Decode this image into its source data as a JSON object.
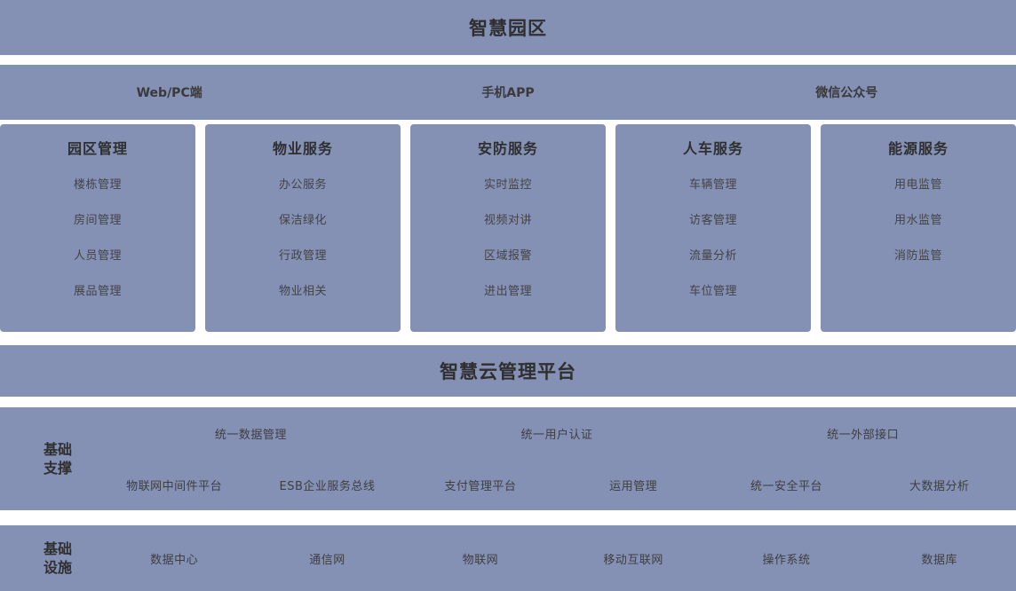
{
  "colors": {
    "band": "#8490b4",
    "page_background": "#ffffff",
    "title_text": "#2f2f2f",
    "item_text": "#3f3f3f"
  },
  "header": {
    "title": "智慧园区"
  },
  "channels": {
    "items": [
      {
        "label": "Web/PC端"
      },
      {
        "label": "手机APP"
      },
      {
        "label": "微信公众号"
      }
    ]
  },
  "services": {
    "cards": [
      {
        "title": "园区管理",
        "items": [
          "楼栋管理",
          "房间管理",
          "人员管理",
          "展品管理"
        ]
      },
      {
        "title": "物业服务",
        "items": [
          "办公服务",
          "保洁绿化",
          "行政管理",
          "物业相关"
        ]
      },
      {
        "title": "安防服务",
        "items": [
          "实时监控",
          "视频对讲",
          "区域报警",
          "进出管理"
        ]
      },
      {
        "title": "人车服务",
        "items": [
          "车辆管理",
          "访客管理",
          "流量分析",
          "车位管理"
        ]
      },
      {
        "title": "能源服务",
        "items": [
          "用电监管",
          "用水监管",
          "消防监管"
        ]
      }
    ]
  },
  "platform": {
    "title": "智慧云管理平台"
  },
  "support": {
    "label": "基础支撑",
    "top_row": [
      "统一数据管理",
      "统一用户认证",
      "统一外部接口"
    ],
    "bottom_row": [
      "物联网中间件平台",
      "ESB企业服务总线",
      "支付管理平台",
      "运用管理",
      "统一安全平台",
      "大数据分析"
    ]
  },
  "infrastructure": {
    "label": "基础设施",
    "items": [
      "数据中心",
      "通信网",
      "物联网",
      "移动互联网",
      "操作系统",
      "数据库"
    ]
  }
}
